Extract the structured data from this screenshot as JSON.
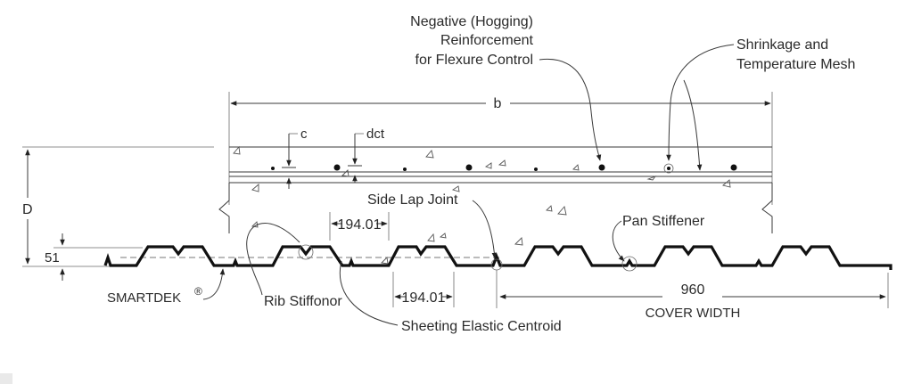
{
  "labels": {
    "neg_line1": "Negative (Hogging)",
    "neg_line2": "Reinforcement",
    "neg_line3": "for Flexure Control",
    "shrink_line1": "Shrinkage and",
    "shrink_line2": "Temperature Mesh",
    "b": "b",
    "c": "c",
    "dct": "dct",
    "D": "D",
    "h51": "51",
    "side_lap": "Side Lap Joint",
    "pan_stiffener": "Pan Stiffener",
    "dim_194_top": "194.01",
    "dim_194_bottom": "194.01",
    "dim_960": "960",
    "cover_width": "COVER WIDTH",
    "smartdek": "SMARTDEK",
    "registered": "®",
    "rib_stiffener": "Rib Stiffonor",
    "elastic_centroid": "Sheeting Elastic Centroid"
  },
  "colors": {
    "line": "#3a3a3a",
    "sheet": "#111111",
    "text": "#2b2b2b"
  }
}
